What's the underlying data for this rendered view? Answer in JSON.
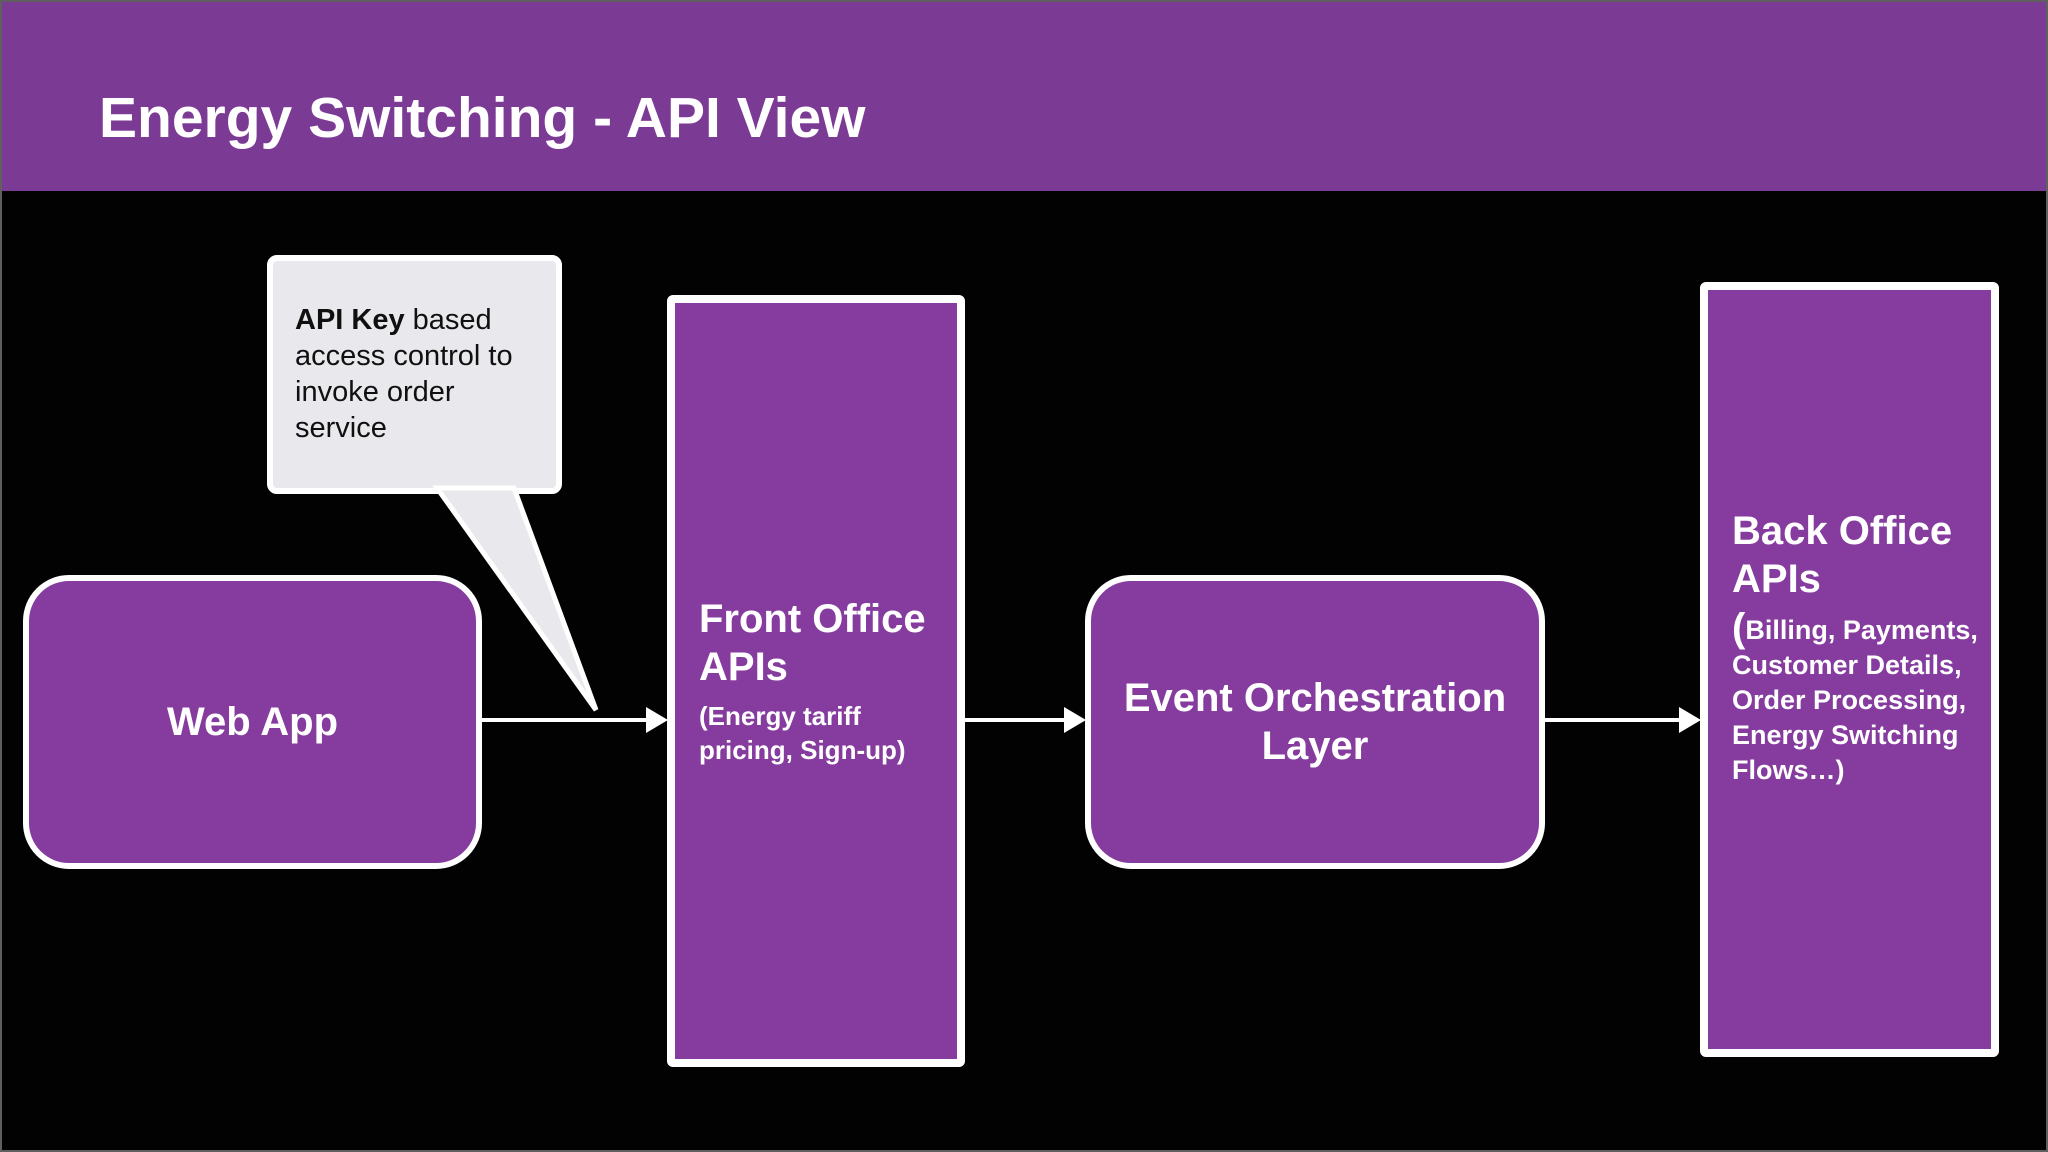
{
  "title": "Energy Switching - API View",
  "colors": {
    "banner_purple": "#7b3a94",
    "node_purple": "#853c9e",
    "callout_fill": "#e9e8ec",
    "outline_white": "#ffffff",
    "background_black": "#020202"
  },
  "callout": {
    "bold": "API Key",
    "rest": " based access control to invoke order service"
  },
  "nodes": [
    {
      "id": "web-app",
      "label": "Web App"
    },
    {
      "id": "front-office",
      "title": "Front Office APIs",
      "subtitle": "(Energy tariff pricing, Sign-up)"
    },
    {
      "id": "event-orchestration",
      "label": "Event Orchestration Layer"
    },
    {
      "id": "back-office",
      "title": "Back Office APIs",
      "paren": "(",
      "subtitle": "Billing, Payments, Customer Details, Order Processing, Energy Switching Flows…)"
    }
  ],
  "connections": [
    {
      "from": "web-app",
      "to": "front-office"
    },
    {
      "from": "front-office",
      "to": "event-orchestration"
    },
    {
      "from": "event-orchestration",
      "to": "back-office"
    }
  ]
}
